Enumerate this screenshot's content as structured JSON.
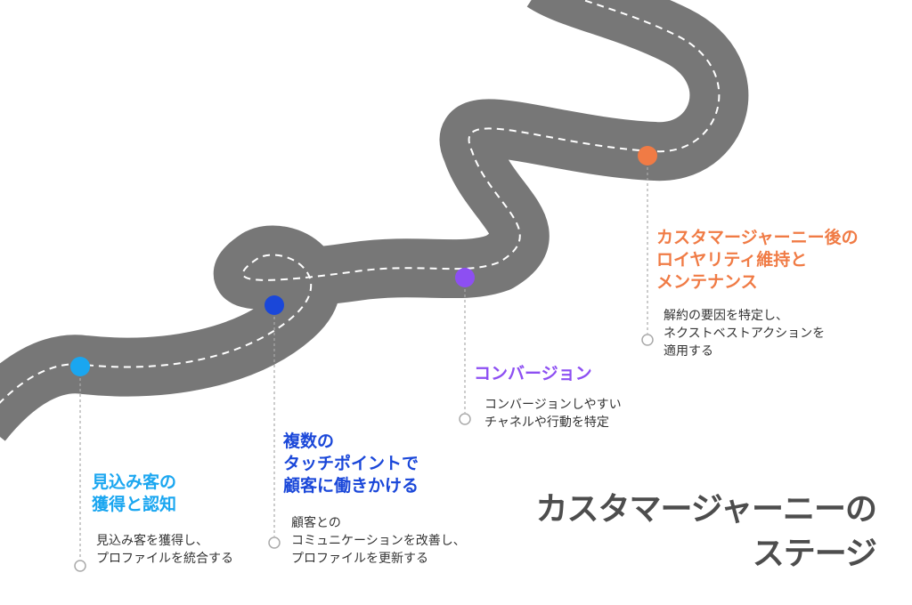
{
  "title": "カスタマージャーニーの\nステージ",
  "colors": {
    "road": "#777777",
    "road_dash": "#ffffff",
    "connector": "#aaaaaa",
    "title": "#4d4d4d",
    "description": "#333333"
  },
  "stages": [
    {
      "id": "acquisition",
      "title": "見込み客の\n獲得と認知",
      "description": "見込み客を獲得し、\nプロファイルを統合する",
      "color": "#1aa6f0"
    },
    {
      "id": "engagement",
      "title": "複数の\nタッチポイントで\n顧客に働きかける",
      "description": "顧客との\nコミュニケーションを改善し、\nプロファイルを更新する",
      "color": "#1a47d9"
    },
    {
      "id": "conversion",
      "title": "コンバージョン",
      "description": "コンバージョンしやすい\nチャネルや行動を特定",
      "color": "#8d4ff2"
    },
    {
      "id": "loyalty",
      "title": "カスタマージャーニー後の\nロイヤリティ維持と\nメンテナンス",
      "description": "解約の要因を特定し、\nネクストベストアクションを\n適用する",
      "color": "#f07b45"
    }
  ]
}
